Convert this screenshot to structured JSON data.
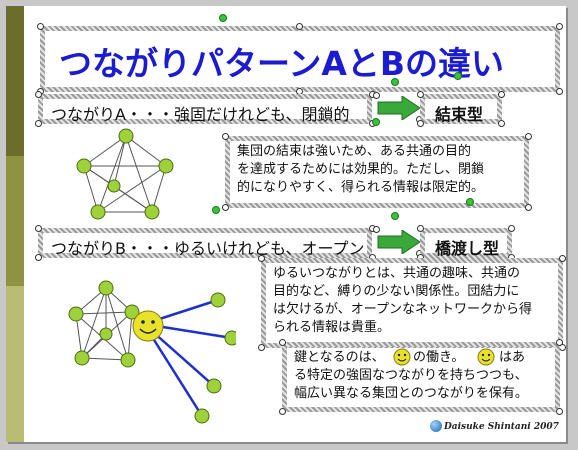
{
  "title": "つながりパターンAとBの違い",
  "row_a": {
    "label": "つながりA・・・強固だけれども、閉鎖的",
    "type": "結束型"
  },
  "desc_a": {
    "lines": [
      "集団の結束は強いため、ある共通の目的",
      "を達成するためには効果的。ただし、閉鎖",
      "的になりやすく、得られる情報は限定的。"
    ]
  },
  "row_b": {
    "label": "つながりB・・・ゆるいけれども、オープン",
    "type": "橋渡し型"
  },
  "desc_b": {
    "lines": [
      "ゆるいつながりとは、共通の趣味、共通の",
      "目的など、縛りの少ない関係性。団結力に",
      "は欠けるが、オープンなネットワークから得",
      "られる情報は貴重。"
    ]
  },
  "note": {
    "line1_a": "鍵となるのは、",
    "line1_b": "の働き。",
    "line1_c": "はあ",
    "line2": "る特定の強固なつながりを持ちつつも、",
    "line3": "幅広い異なる集団とのつながりを保有。"
  },
  "footer": "Daisuke Shintani 2007",
  "colors": {
    "title": "#1b1bd2",
    "arrow": "#3aa83a",
    "link": "#1f2fd0",
    "smiley": "#e8e22a",
    "band_dark": "#6b6e2b",
    "band_mid": "#8f9340",
    "band_light": "#b9bc72"
  }
}
